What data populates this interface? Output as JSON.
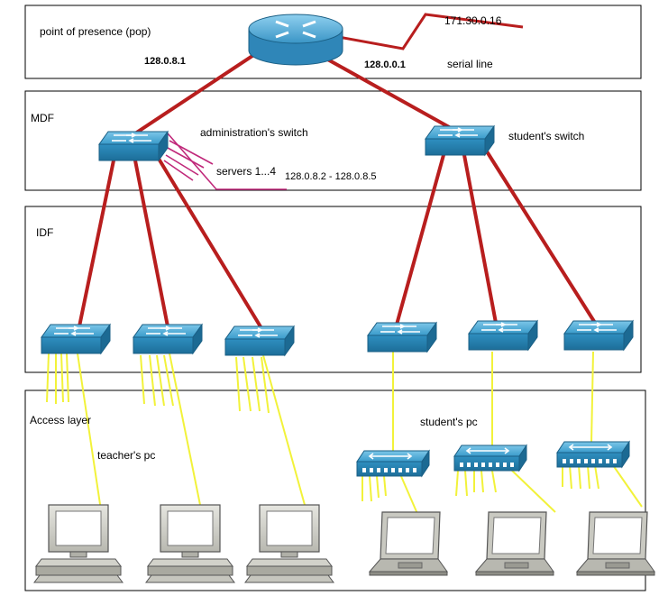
{
  "layers": {
    "pop": "point of presence (pop)",
    "mdf": "MDF",
    "idf": "IDF",
    "access": "Access layer"
  },
  "router": {
    "ip_left": "128.0.8.1",
    "ip_right": "128.0.0.1",
    "ip_wan": "171.30.0.16",
    "serial_label": "serial line"
  },
  "switches": {
    "admin_label": "administration's switch",
    "student_label": "student's switch",
    "servers_label": "servers 1...4",
    "servers_range": "128.0.8.2 - 128.0.8.5"
  },
  "access": {
    "teacher_pc": "teacher's pc",
    "student_pc": "student's pc"
  },
  "colors": {
    "uplink": "#b81e1e",
    "access_link": "#f2f23a",
    "server_link": "#c0287a",
    "device_blue": "#2f8fc0"
  }
}
